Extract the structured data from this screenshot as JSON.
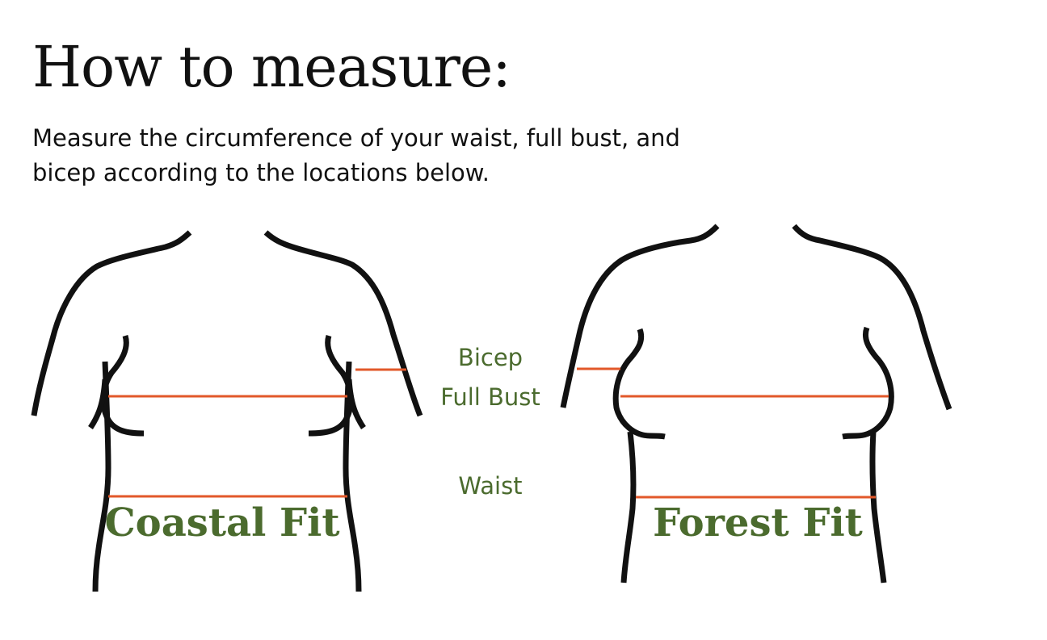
{
  "header": {
    "title": "How to measure:",
    "subtitle": "Measure the circumference of your waist, full bust, and bicep according to the locations below."
  },
  "measurements": {
    "bicep": "Bicep",
    "full_bust": "Full Bust",
    "waist": "Waist"
  },
  "figures": {
    "left_label": "Coastal Fit",
    "right_label": "Forest Fit"
  },
  "colors": {
    "measure_line": "#e2582a",
    "label_green": "#4b6b2e",
    "outline": "#111111"
  }
}
